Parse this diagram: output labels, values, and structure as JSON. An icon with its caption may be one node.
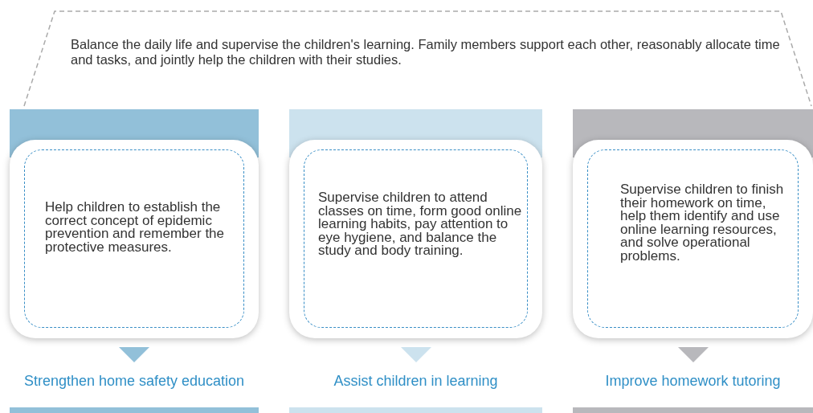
{
  "diagram": {
    "nodes": [
      {
        "text": [
          "Balance the daily life and supervise the children's learning. Family members support each other, reasonably allocate time and tasks, and jointly help the children with their studies."
        ]
      },
      {
        "text": [
          "Help children to establish the correct concept of epidemic prevention and remember the protective measures."
        ],
        "beside": [
          "Strengthen home safety education"
        ]
      },
      {
        "text": [
          "Supervise children to attend classes on time, form good online learning habits, pay attention to eye hygiene, and balance the study and body training."
        ],
        "beside": [
          "Assist children in learning"
        ]
      },
      {
        "text": [
          "Supervise children to finish their homework on time, help them identify and use online learning resources, and solve operational problems."
        ],
        "beside": [
          "Improve homework tutoring"
        ]
      }
    ]
  }
}
